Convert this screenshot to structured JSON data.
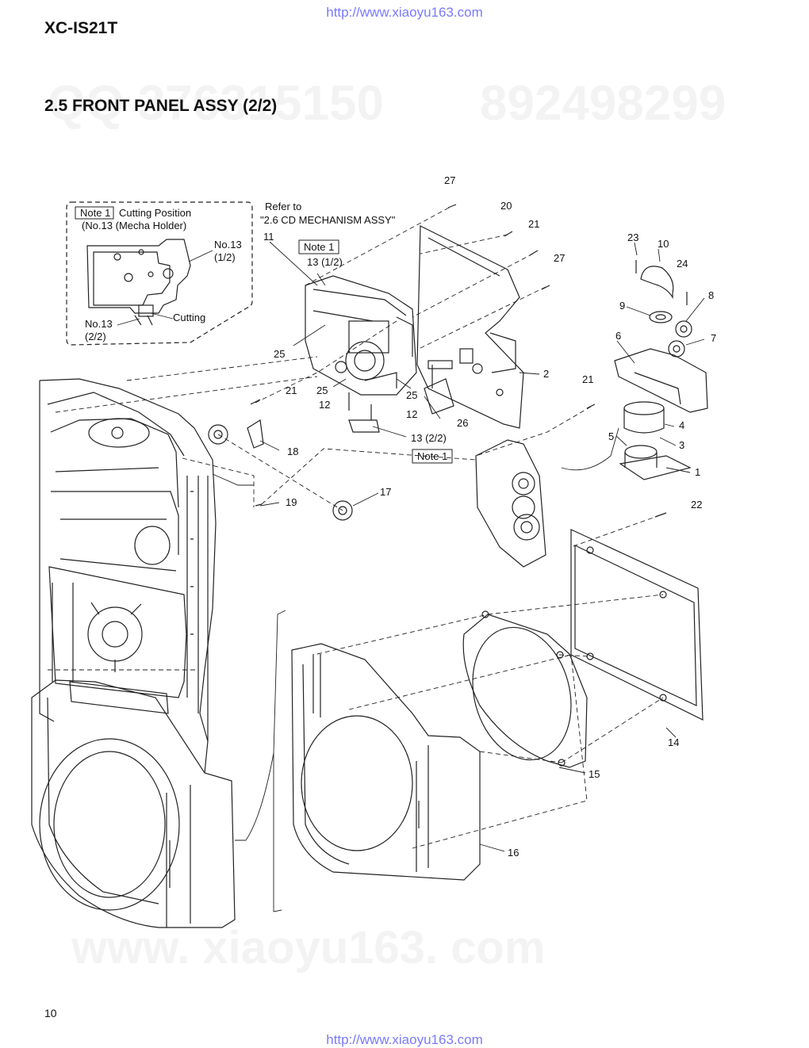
{
  "header": {
    "top_url": "http://www.xiaoyu163.com",
    "model": "XC-IS21T",
    "section_title": "2.5 FRONT PANEL ASSY (2/2)"
  },
  "watermarks": {
    "qq_top": "QQ 376315150",
    "num_top": "892498299",
    "site_bottom": "www. xiaoyu163. com"
  },
  "inset": {
    "note_box": "Note 1",
    "cutting_position": "Cutting Position",
    "mecha_holder": "(No.13 (Mecha Holder)",
    "no13_half1_a": "No.13",
    "no13_half1_b": "(1/2)",
    "no13_half2_a": "No.13",
    "no13_half2_b": "(2/2)",
    "cutting": "Cutting"
  },
  "refer": {
    "line1": "Refer to",
    "line2": "\"2.6 CD MECHANISM ASSY\""
  },
  "notes": {
    "note_a": "Note 1",
    "note_b": "Note 1"
  },
  "callouts": {
    "c1": "1",
    "c2": "2",
    "c3": "3",
    "c4": "4",
    "c5": "5",
    "c6": "6",
    "c7": "7",
    "c8": "8",
    "c9": "9",
    "c10": "10",
    "c11": "11",
    "c12a": "12",
    "c12b": "12",
    "c13a": "13 (1/2)",
    "c13b": "13 (2/2)",
    "c14": "14",
    "c15": "15",
    "c16": "16",
    "c17": "17",
    "c18": "18",
    "c19": "19",
    "c20": "20",
    "c21a": "21",
    "c21b": "21",
    "c21c": "21",
    "c22": "22",
    "c23": "23",
    "c24": "24",
    "c25a": "25",
    "c25b": "25",
    "c25c": "25",
    "c26": "26",
    "c27a": "27",
    "c27b": "27"
  },
  "footer": {
    "page_number": "10",
    "bottom_url": "http://www.xiaoyu163.com"
  }
}
